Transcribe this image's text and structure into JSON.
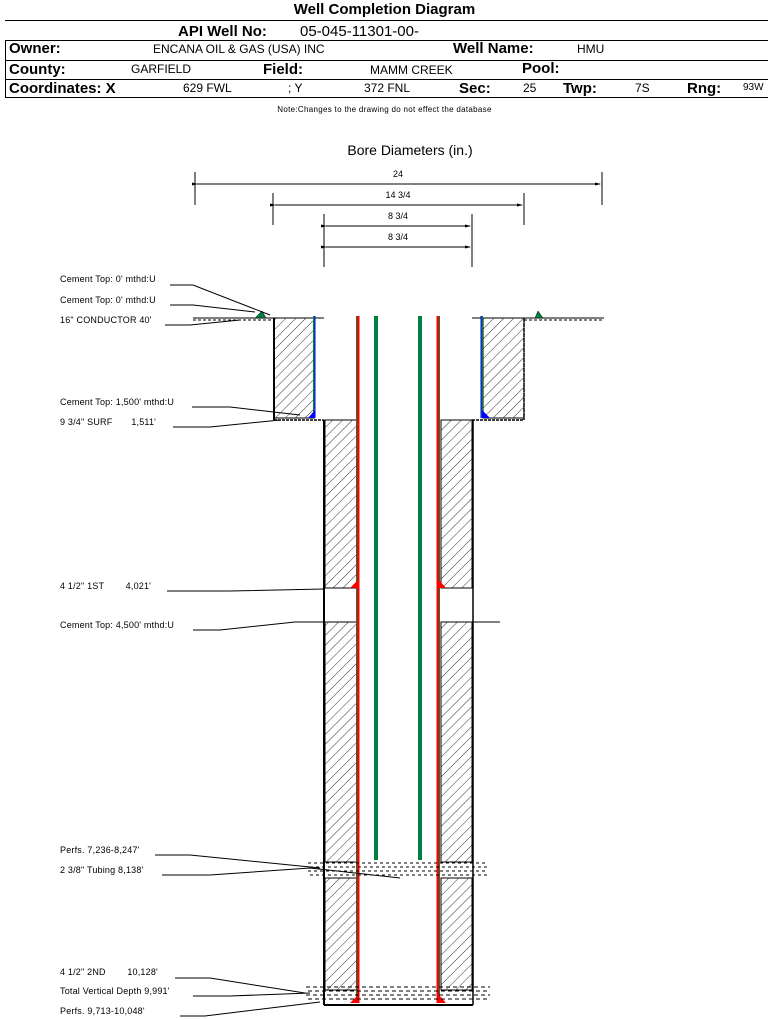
{
  "title": "Well Completion Diagram",
  "header": {
    "api_label": "API Well No:",
    "api_value": "05-045-11301-00-",
    "owner_label": "Owner:",
    "owner_value": "ENCANA OIL & GAS (USA) INC",
    "well_name_label": "Well Name:",
    "well_name_value": "HMU",
    "county_label": "County:",
    "county_value": "GARFIELD",
    "field_label": "Field:",
    "field_value": "MAMM CREEK",
    "pool_label": "Pool:",
    "pool_value": "",
    "coords_label": "Coordinates: X",
    "x_value": "629 FWL",
    "y_label": "; Y",
    "y_value": "372 FNL",
    "sec_label": "Sec:",
    "sec_value": "25",
    "twp_label": "Twp:",
    "twp_value": "7S",
    "rng_label": "Rng:",
    "rng_value": "93W"
  },
  "note": "Note:Changes to the drawing do not effect the database",
  "diagram": {
    "bore_title": "Bore Diameters (in.)",
    "bore_diameters": [
      "24",
      "14 3/4",
      "8 3/4",
      "8 3/4"
    ],
    "annotations": [
      "Cement Top: 0' mthd:U",
      "Cement Top: 0' mthd:U",
      "16\" CONDUCTOR  40'",
      "Cement Top: 1,500' mthd:U",
      "9 3/4\" SURF       1,511'",
      "4 1/2\" 1ST        4,021'",
      "Cement Top: 4,500' mthd:U",
      "Perfs. 7,236-8,247'",
      "2 3/8\" Tubing 8,138'",
      "4 1/2\" 2ND        10,128'",
      "Total Vertical Depth 9,991'",
      "Perfs. 9,713-10,048'"
    ],
    "colors": {
      "casing_red": "#ff0000",
      "casing_green": "#008040",
      "surface_blue": "#0000ff",
      "tubing_green": "#008040"
    }
  }
}
